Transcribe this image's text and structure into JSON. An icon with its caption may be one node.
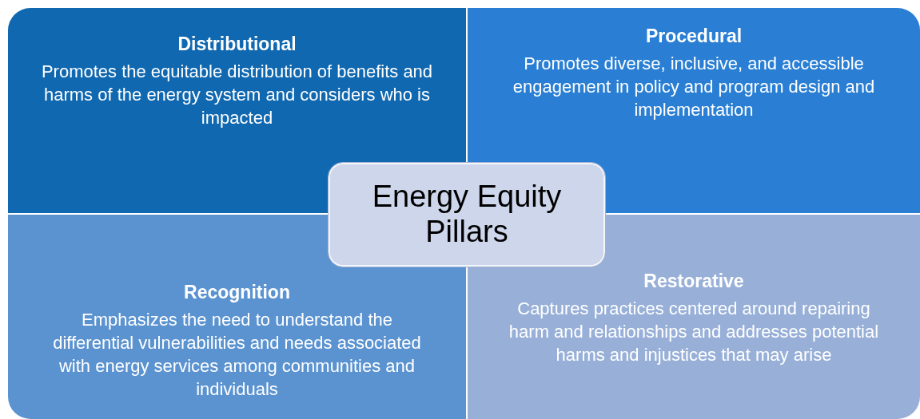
{
  "diagram": {
    "nodes": [
      {
        "text": [
          "Distributional",
          "Promotes the equitable distribution of benefits and harms of the energy system and considers who is impacted"
        ]
      },
      {
        "text": [
          "Procedural",
          "Promotes diverse, inclusive, and accessible engagement in policy and program design and implementation"
        ]
      },
      {
        "text": [
          "Recognition",
          "Emphasizes the need to understand the differential vulnerabilities and needs associated with energy services among communities and individuals"
        ]
      },
      {
        "text": [
          "Restorative",
          "Captures practices centered around repairing harm and relationships and addresses potential harms and injustices that may arise"
        ]
      },
      {
        "text": [
          "Energy Equity Pillars"
        ]
      }
    ]
  }
}
